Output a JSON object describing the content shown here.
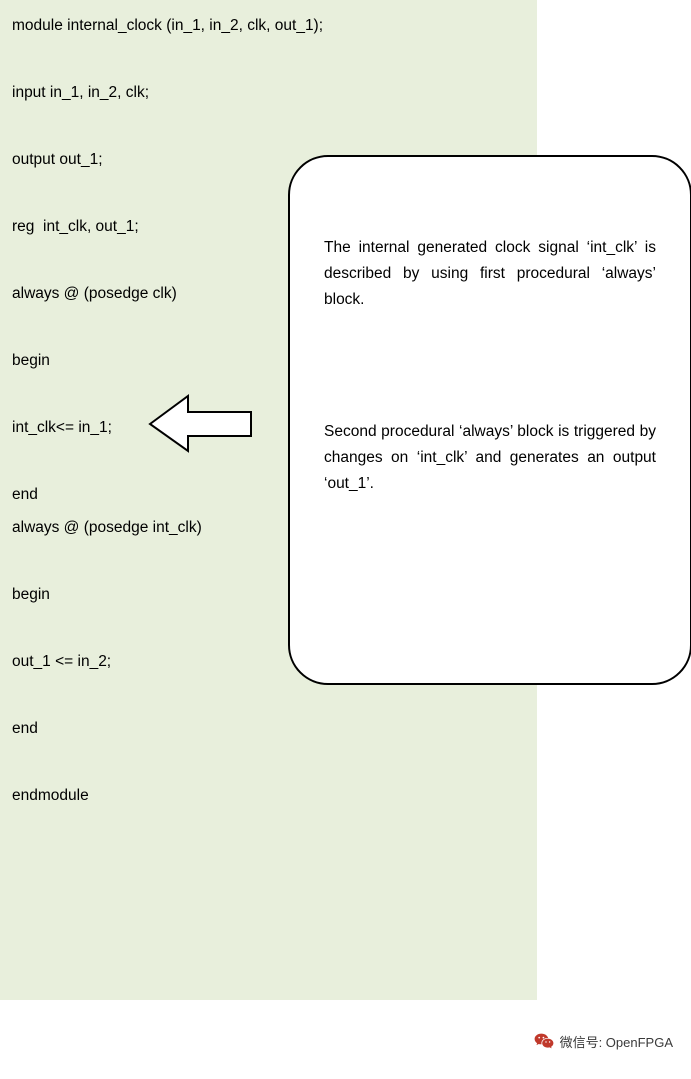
{
  "code_panel": {
    "background_color": "#e8efdc",
    "lines": [
      "module internal_clock (in_1, in_2, clk, out_1);",
      "input in_1, in_2, clk;",
      "output out_1;",
      "reg  int_clk, out_1;",
      "always @ (posedge clk)",
      "begin",
      "int_clk<= in_1;",
      "end",
      "always @ (posedge int_clk)",
      "begin",
      "out_1 <= in_2;",
      "end",
      "endmodule"
    ]
  },
  "callout": {
    "paragraph_1": "The internal generated clock signal ‘int_clk’ is described by using first procedural ‘always’ block.",
    "paragraph_2": "Second procedural ‘always’ block is triggered by changes on ‘int_clk’ and generates an output ‘out_1’.",
    "border_color": "#000000",
    "background_color": "#ffffff"
  },
  "arrow": {
    "direction": "left",
    "stroke_color": "#000000",
    "fill_color": "#ffffff"
  },
  "footer": {
    "icon": "wechat-icon",
    "text": "微信号: OpenFPGA",
    "text_color": "#3a3a3a",
    "icon_color": "#c0392b"
  }
}
